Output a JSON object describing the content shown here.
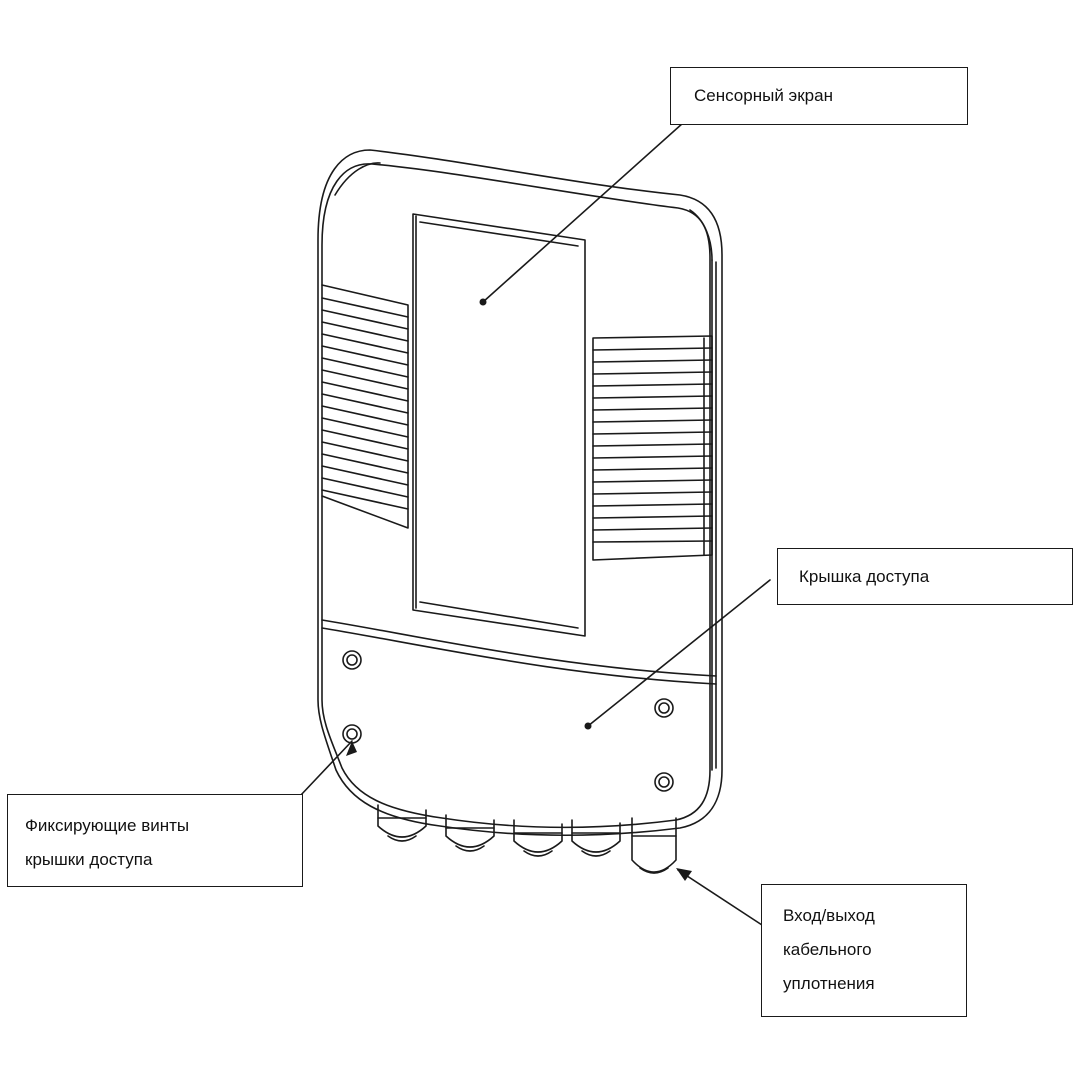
{
  "callouts": {
    "touch_screen": "Сенсорный экран",
    "access_cover": "Крышка доступа",
    "cover_screws": [
      "Фиксирующие винты",
      "крышки доступа"
    ],
    "cable_gland": [
      "Вход/выход",
      "кабельного",
      "уплотнения"
    ]
  },
  "colors": {
    "line": "#1a1a1a",
    "background": "#ffffff"
  }
}
